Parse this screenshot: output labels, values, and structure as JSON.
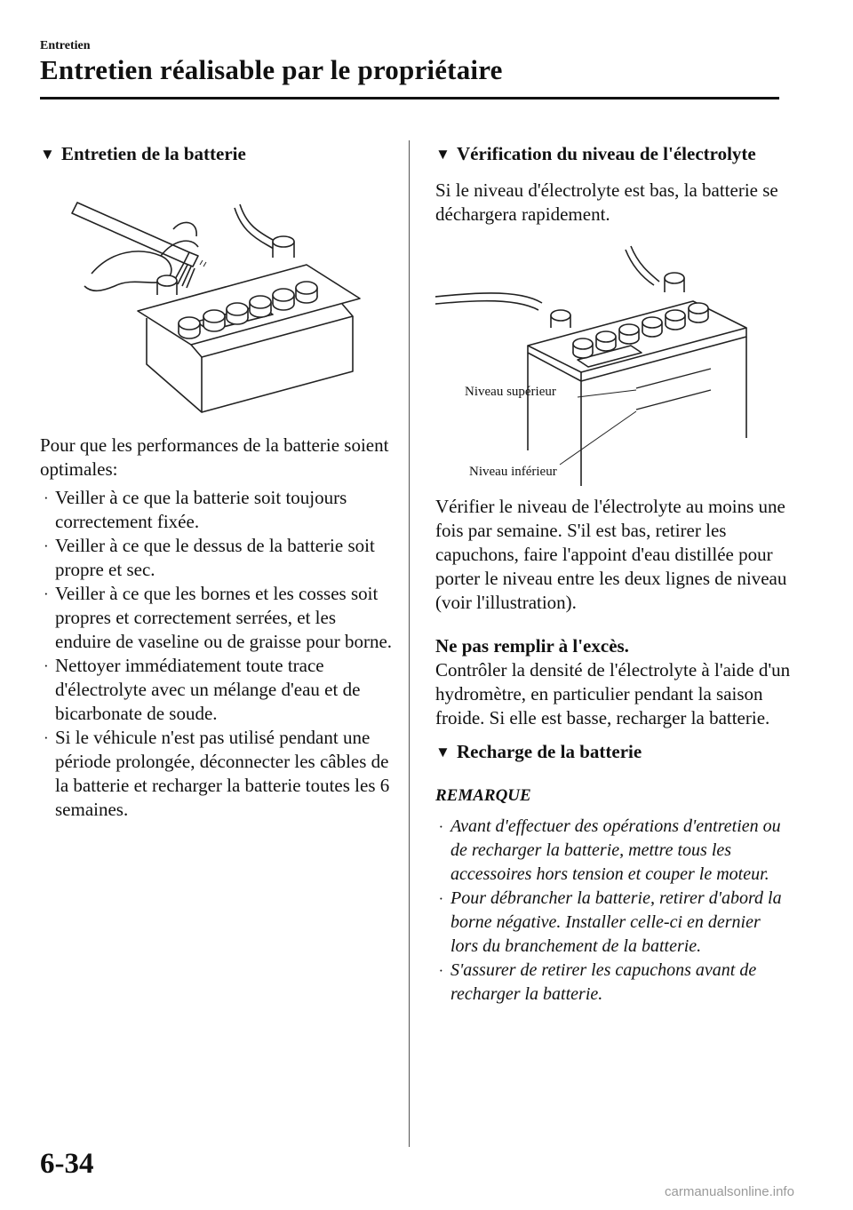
{
  "header": {
    "chapter": "Entretien",
    "title": "Entretien réalisable par le propriétaire"
  },
  "left": {
    "heading": "Entretien de la batterie",
    "intro": "Pour que les performances de la batterie soient optimales:",
    "items": [
      "Veiller à ce que la batterie soit toujours correctement fixée.",
      "Veiller à ce que le dessus de la batterie soit propre et sec.",
      "Veiller à ce que les bornes et les cosses soit propres et correctement serrées, et les enduire de vaseline ou de graisse pour borne.",
      "Nettoyer immédiatement toute trace d'électrolyte avec un mélange d'eau et de bicarbonate de soude.",
      "Si le véhicule n'est pas utilisé pendant une période prolongée, déconnecter les câbles de la batterie et recharger la batterie toutes les 6 semaines."
    ]
  },
  "right": {
    "heading1": "Vérification du niveau de l'électrolyte",
    "para1": "Si le niveau d'électrolyte est bas, la batterie se déchargera rapidement.",
    "label_upper": "Niveau supérieur",
    "label_lower": "Niveau inférieur",
    "para2": "Vérifier le niveau de l'électrolyte au moins une fois par semaine. S'il est bas, retirer les capuchons, faire l'appoint d'eau distillée pour porter le niveau entre les deux lignes de niveau (voir l'illustration).",
    "warning": "Ne pas remplir à l'excès.",
    "para3": "Contrôler la densité de l'électrolyte à l'aide d'un hydromètre, en particulier pendant la saison froide. Si elle est basse, recharger la batterie.",
    "heading2": "Recharge de la batterie",
    "note_title": "REMARQUE",
    "notes": [
      "Avant d'effectuer des opérations d'entretien ou de recharger la batterie, mettre tous les accessoires hors tension et couper le moteur.",
      "Pour débrancher la batterie, retirer d'abord la borne négative. Installer celle-ci en dernier lors du branchement de la batterie.",
      "S'assurer de retirer les capuchons avant de recharger la batterie."
    ]
  },
  "footer": {
    "page_number": "6-34",
    "watermark": "carmanualsonline.info"
  },
  "symbols": {
    "triangle": "▼",
    "bullet": "·"
  }
}
